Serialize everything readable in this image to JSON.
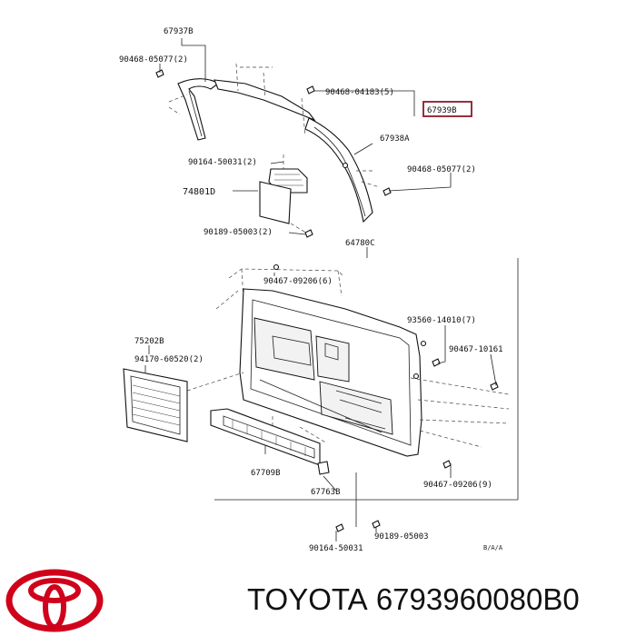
{
  "diagram": {
    "labels": {
      "p67937B": "67937B",
      "p90468_05077_top": "90468-05077(2)",
      "p90468_04183": "90468-04183(5)",
      "p67939B": "67939B",
      "p67938A": "67938A",
      "p90468_05077_right": "90468-05077(2)",
      "p90164_50031_top": "90164-50031(2)",
      "p74801D": "74801D",
      "p90189_05003_top": "90189-05003(2)",
      "p64780C": "64780C",
      "p90467_09206_6": "90467-09206(6)",
      "p93560_14010": "93560-14010(7)",
      "p90467_10161": "90467-10161",
      "p75202B": "75202B",
      "p94170_60520": "94170-60520(2)",
      "p67709B": "67709B",
      "p90467_09206_9": "90467-09206(9)",
      "p67763B": "67763B",
      "p90189_05003_bottom": "90189-05003",
      "p90164_50031_bottom": "90164-50031",
      "drawing_ref": "B/A/A"
    },
    "highlight_color": "#8b1a2b"
  },
  "footer": {
    "brand": "TOYOTA",
    "part_number": "6793960080B0",
    "logo_color": "#d0021b"
  }
}
